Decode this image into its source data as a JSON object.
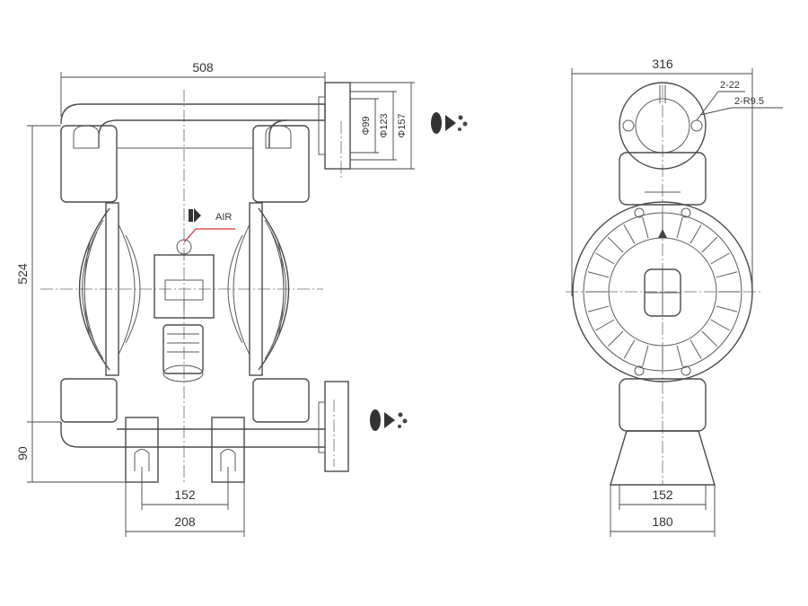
{
  "front_view": {
    "width_label": "508",
    "height_label": "524",
    "base_height_label": "90",
    "foot_inner_label": "152",
    "foot_outer_label": "208",
    "flange_dia_1": "Φ99",
    "flange_dia_2": "Φ123",
    "flange_dia_3": "Φ157",
    "air_label": "AIR"
  },
  "side_view": {
    "width_label": "316",
    "holes_label": "2-22",
    "radius_label": "2-R9.5",
    "foot_inner_label": "152",
    "foot_outer_label": "180"
  },
  "icons": [
    "outlet-flow-icon",
    "air-inlet-icon",
    "inlet-flow-icon"
  ]
}
